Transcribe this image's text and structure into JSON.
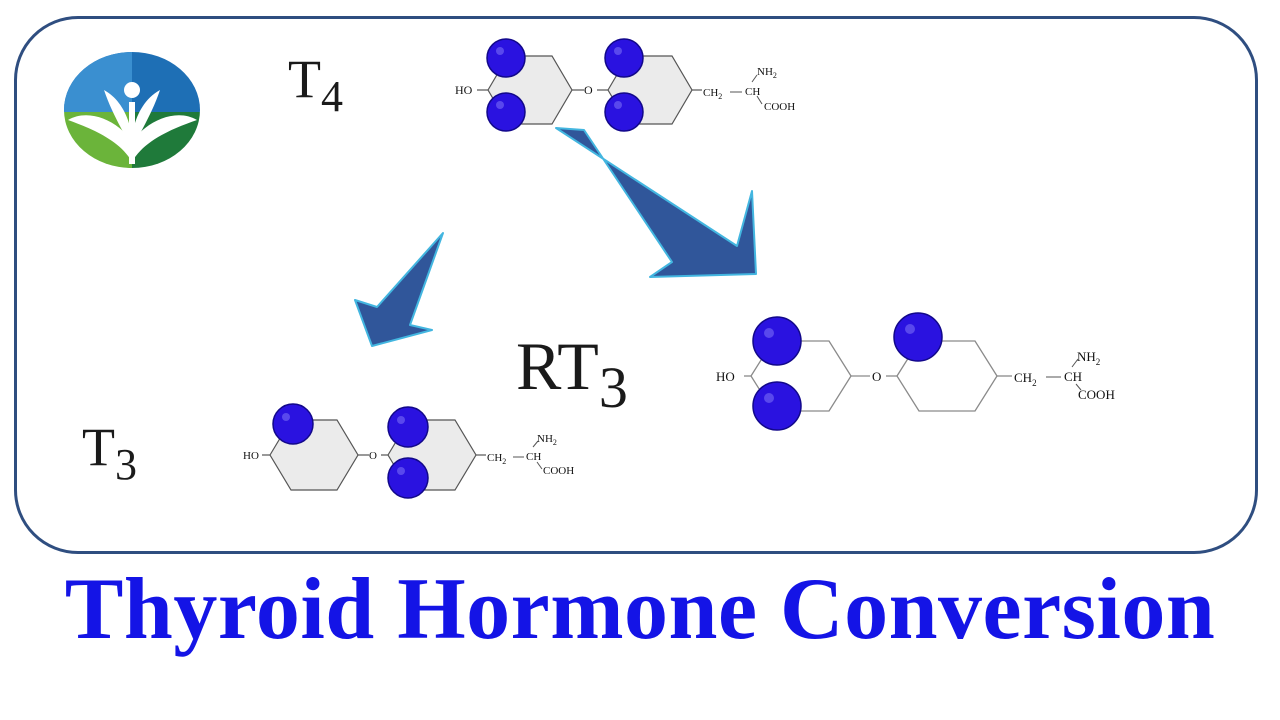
{
  "title": "Thyroid Hormone Conversion",
  "hormones": {
    "t4": {
      "base": "T",
      "sub": "4"
    },
    "t3": {
      "base": "T",
      "sub": "3"
    },
    "rt3": {
      "base": "RT",
      "sub": "3"
    }
  },
  "chem": {
    "ho": "HO",
    "o": "O",
    "ch2": "CH",
    "ch2_sub": "2",
    "ch": "CH",
    "nh": "NH",
    "nh_sub": "2",
    "cooh": "COOH"
  },
  "colors": {
    "iodine": "#2a12e0",
    "arrow": "#30569a",
    "arrow_edge": "#43b6e0",
    "title": "#1414e6",
    "border": "#2f4e80"
  }
}
